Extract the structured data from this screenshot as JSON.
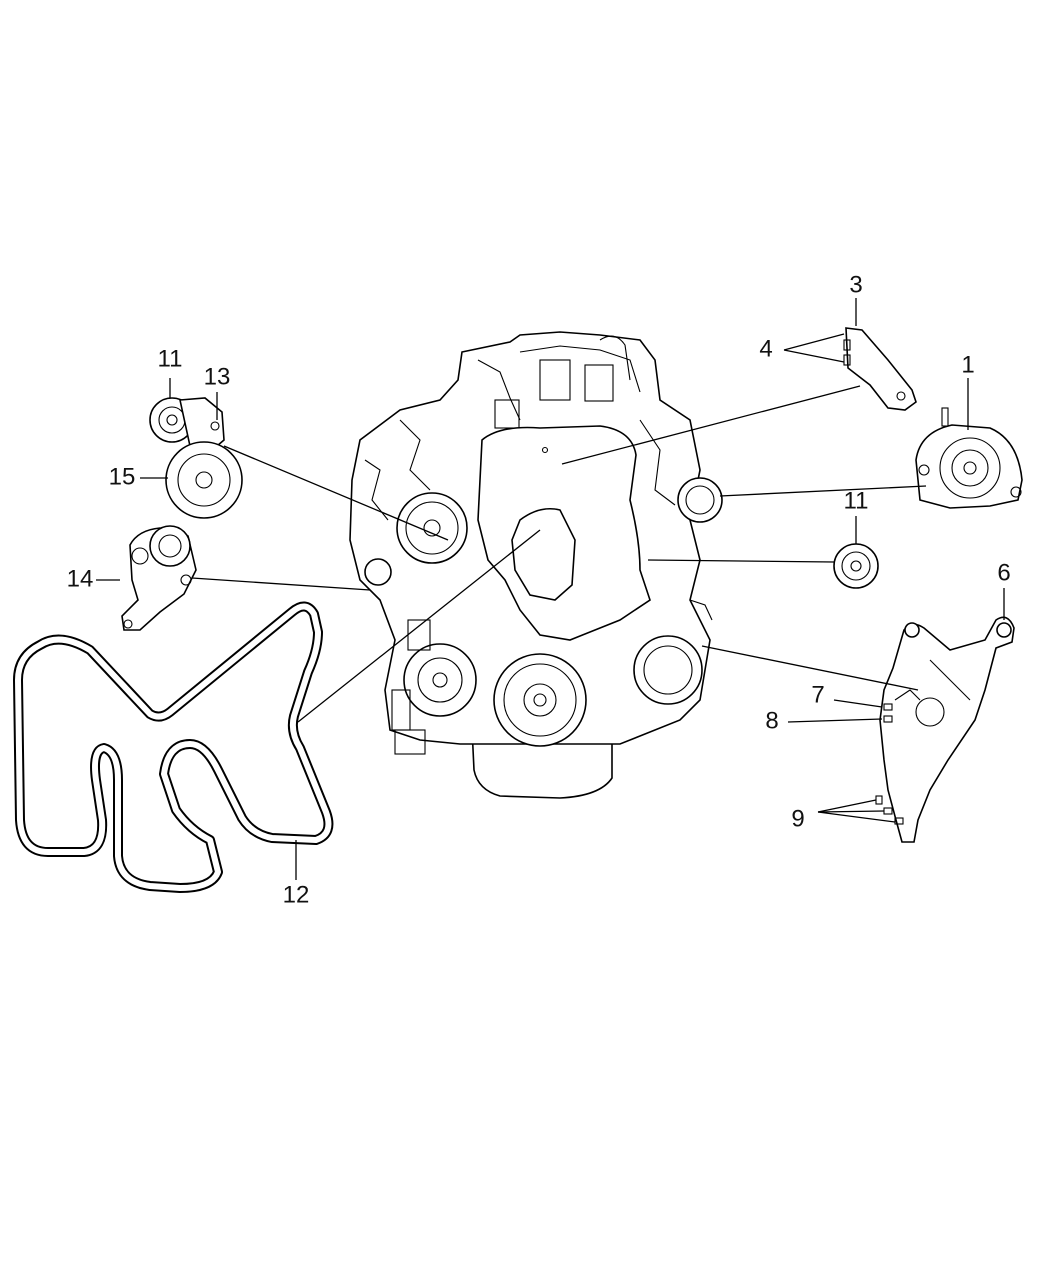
{
  "diagram": {
    "callouts": [
      {
        "id": "c1",
        "label": "1"
      },
      {
        "id": "c3",
        "label": "3"
      },
      {
        "id": "c4",
        "label": "4"
      },
      {
        "id": "c6",
        "label": "6"
      },
      {
        "id": "c7",
        "label": "7"
      },
      {
        "id": "c8",
        "label": "8"
      },
      {
        "id": "c9",
        "label": "9"
      },
      {
        "id": "c11a",
        "label": "11"
      },
      {
        "id": "c11b",
        "label": "11"
      },
      {
        "id": "c12",
        "label": "12"
      },
      {
        "id": "c13",
        "label": "13"
      },
      {
        "id": "c14",
        "label": "14"
      },
      {
        "id": "c15",
        "label": "15"
      }
    ]
  }
}
